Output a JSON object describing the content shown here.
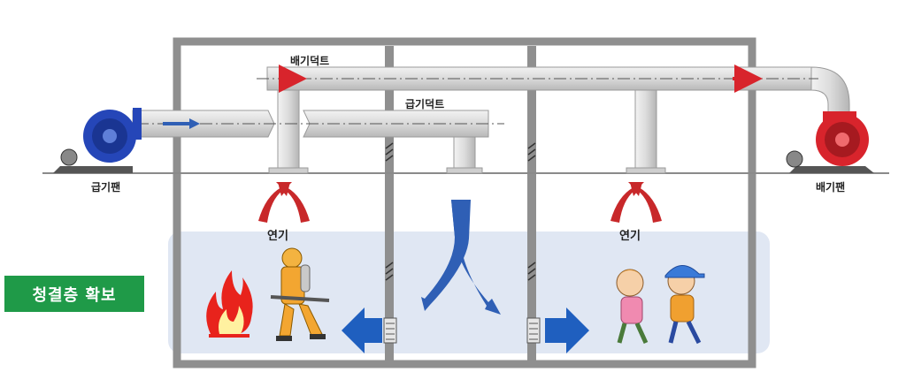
{
  "labels": {
    "exhaust_duct": "배기덕트",
    "supply_duct": "급기덕트",
    "supply_fan": "급기팬",
    "exhaust_fan": "배기팬",
    "smoke_left": "연기",
    "smoke_right": "연기",
    "clean_layer": "청결층 확보"
  },
  "colors": {
    "clean_layer_badge": "#1f9a48",
    "supply_fan": "#2546b8",
    "exhaust_fan": "#d8242c",
    "smoke_arrow": "#c8282a",
    "airflow_arrow": "#2f5fb5",
    "exit_arrow": "#1f5fbf",
    "clean_zone": "#dde4f2"
  },
  "icons": [
    "supply-fan-icon",
    "exhaust-fan-icon",
    "fire-icon",
    "firefighter-icon",
    "children-icon"
  ]
}
